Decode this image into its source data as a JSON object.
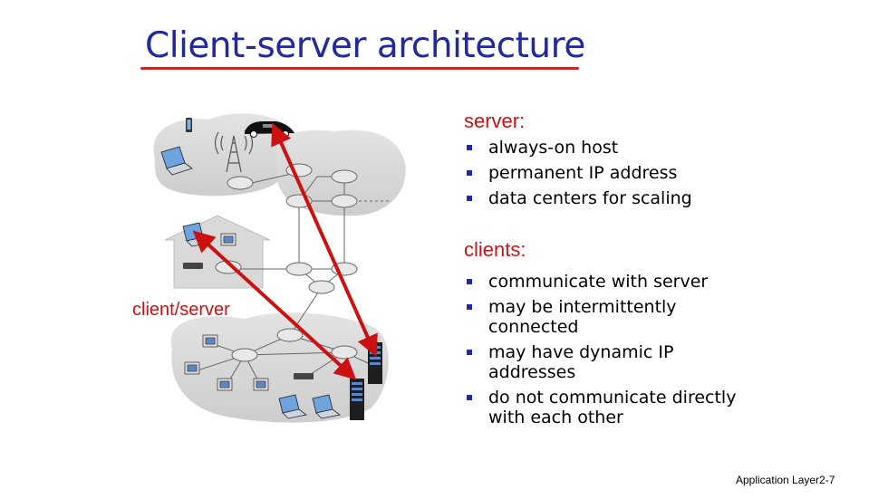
{
  "slide": {
    "title": "Client-server architecture",
    "footer": "Application Layer2-7"
  },
  "diagram": {
    "label": "client/server"
  },
  "server_section": {
    "heading": "server:",
    "bullets": [
      "always-on host",
      "permanent IP address",
      "data centers for scaling"
    ]
  },
  "clients_section": {
    "heading": "clients:",
    "bullets": [
      "communicate with server",
      "may be intermittently connected",
      "may have dynamic IP addresses",
      "do not communicate directly with each other"
    ]
  },
  "colors": {
    "title": "#1f2a9e",
    "accent": "#c81414",
    "arrow": "#cc1111"
  }
}
